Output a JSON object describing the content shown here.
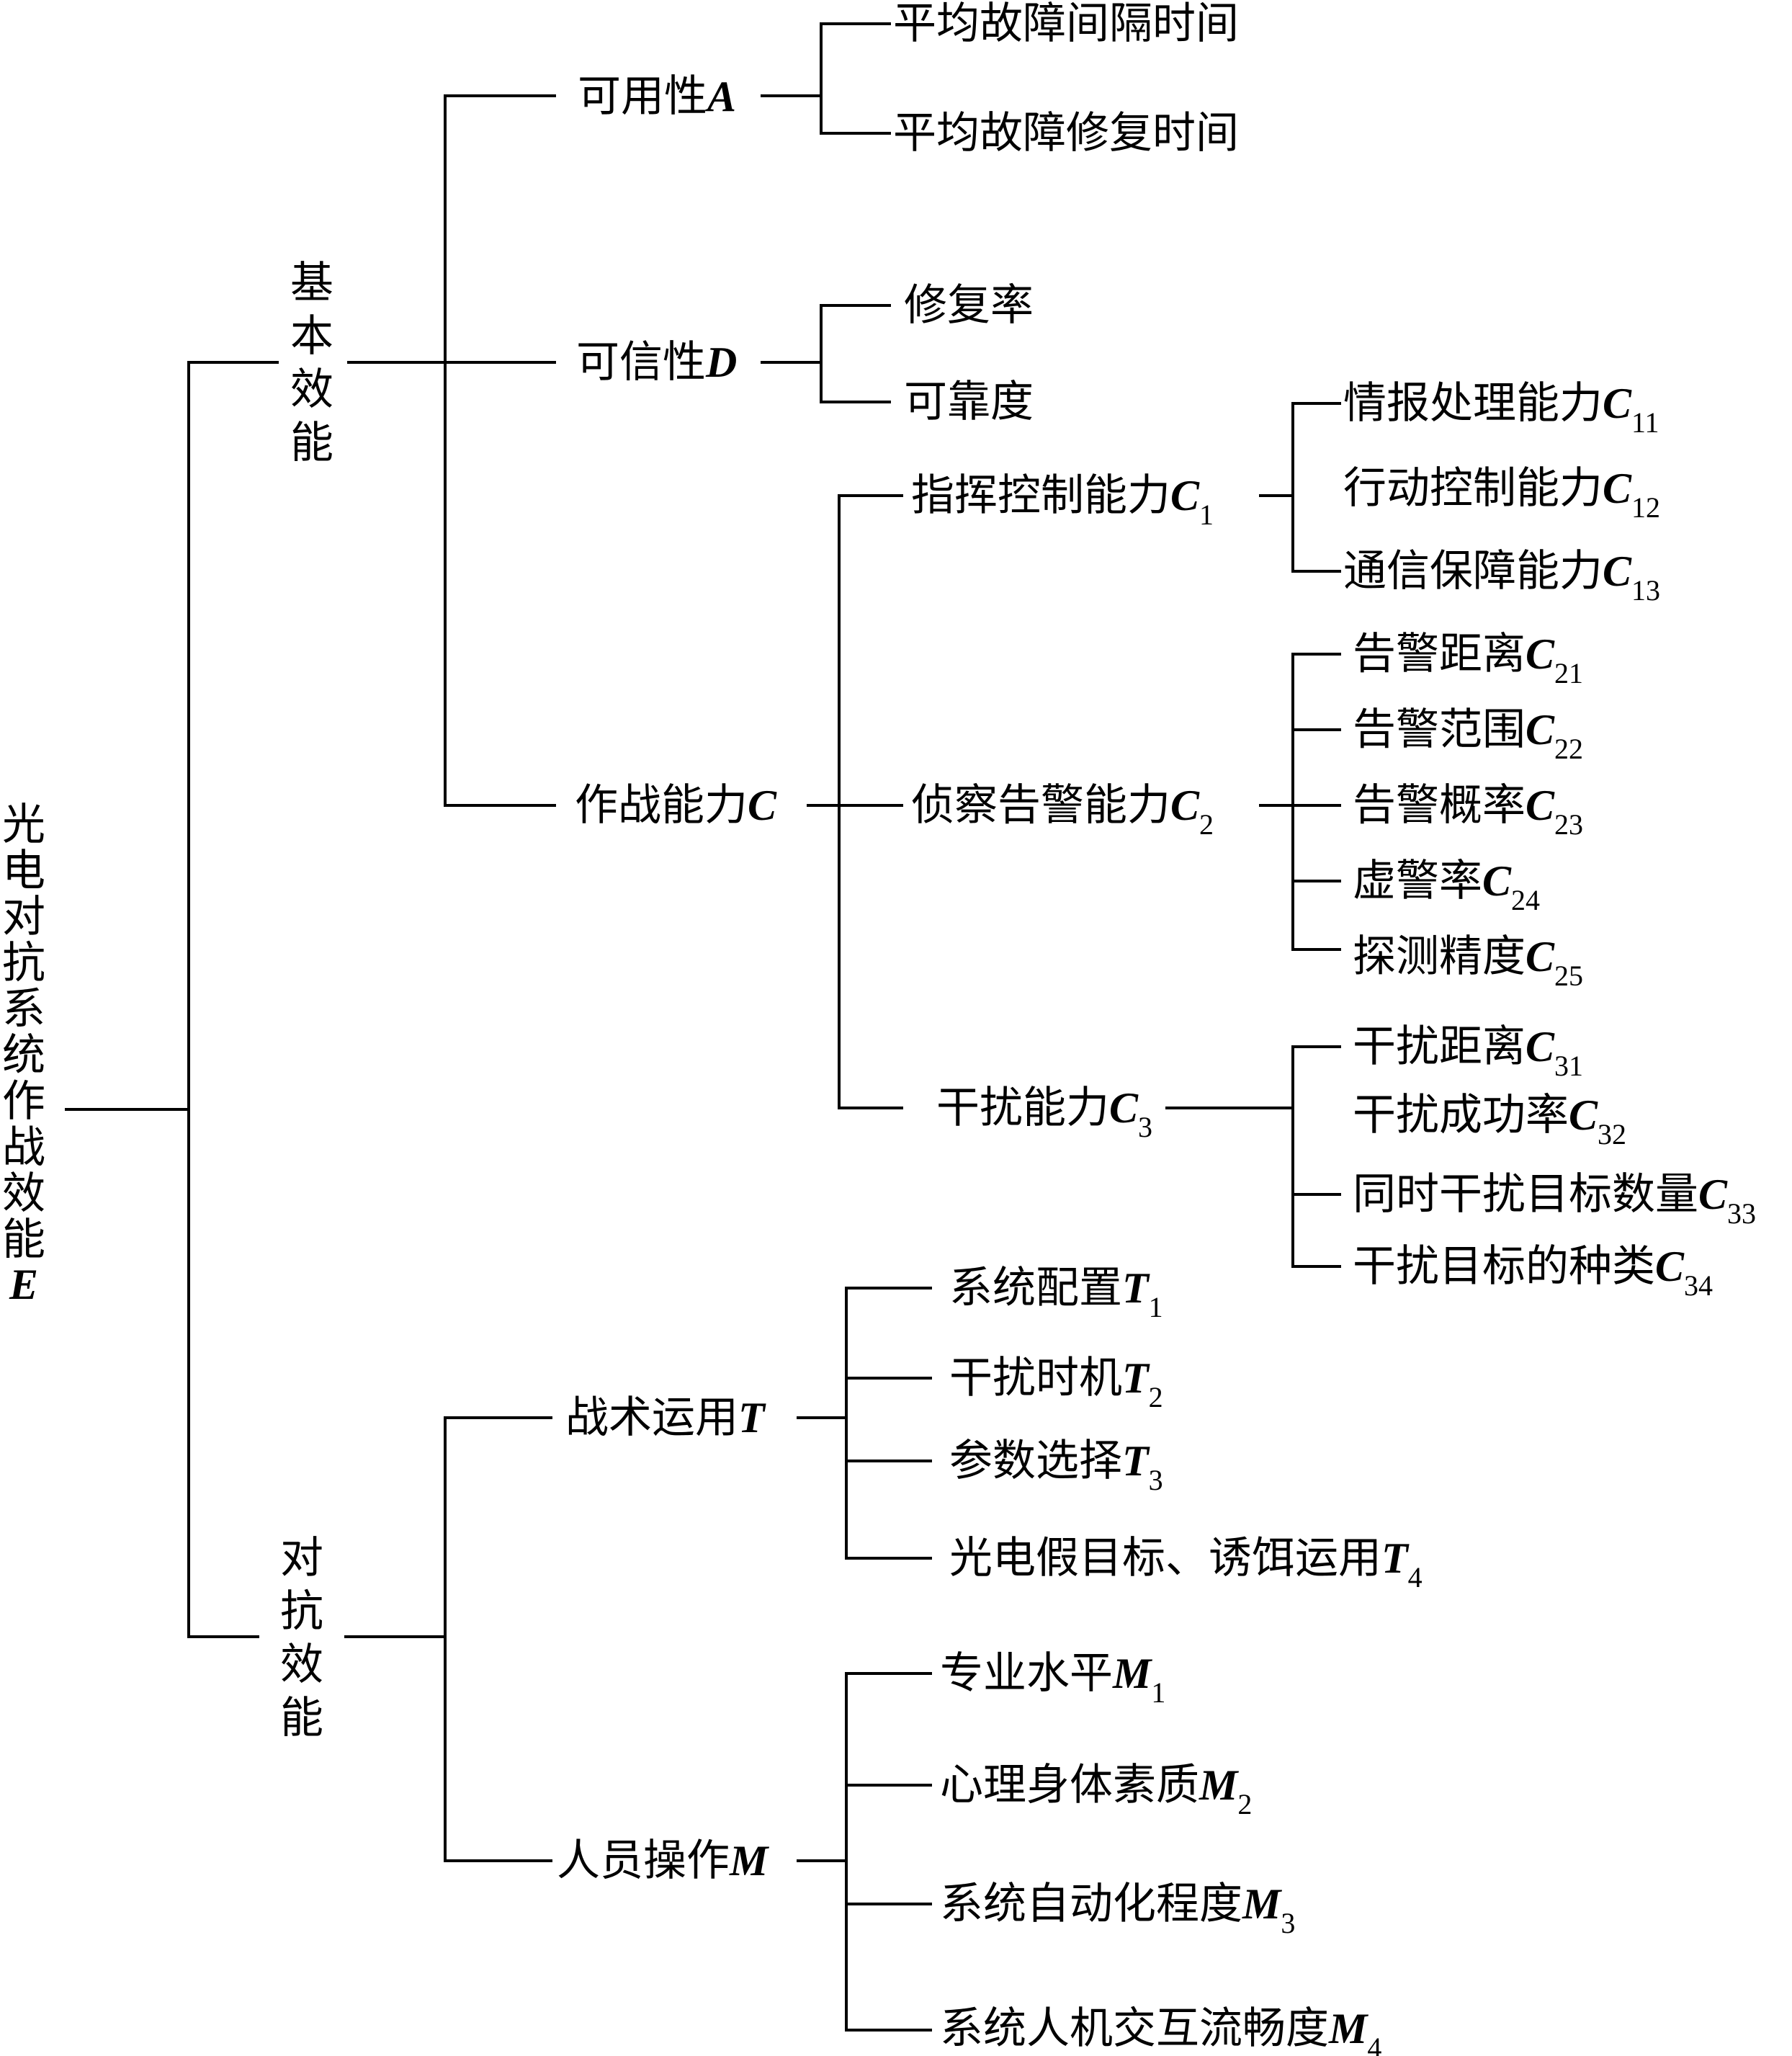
{
  "root": {
    "text": "光电对抗系统作战效能",
    "sym": "E"
  },
  "groups": {
    "basic": {
      "text": "基本效能"
    },
    "counter": {
      "text": "对抗效能"
    }
  },
  "nodes": {
    "A": {
      "text": "可用性",
      "sym": "A",
      "sub": ""
    },
    "A1": {
      "text": "平均故障间隔时间",
      "sym": "",
      "sub": ""
    },
    "A2": {
      "text": "平均故障修复时间",
      "sym": "",
      "sub": ""
    },
    "D": {
      "text": "可信性",
      "sym": "D",
      "sub": ""
    },
    "D1": {
      "text": "修复率",
      "sym": "",
      "sub": ""
    },
    "D2": {
      "text": "可靠度",
      "sym": "",
      "sub": ""
    },
    "C": {
      "text": "作战能力",
      "sym": "C",
      "sub": ""
    },
    "C1": {
      "text": "指挥控制能力",
      "sym": "C",
      "sub": "1"
    },
    "C11": {
      "text": "情报处理能力",
      "sym": "C",
      "sub": "11"
    },
    "C12": {
      "text": "行动控制能力",
      "sym": "C",
      "sub": "12"
    },
    "C13": {
      "text": "通信保障能力",
      "sym": "C",
      "sub": "13"
    },
    "C2": {
      "text": "侦察告警能力",
      "sym": "C",
      "sub": "2"
    },
    "C21": {
      "text": "告警距离",
      "sym": "C",
      "sub": "21"
    },
    "C22": {
      "text": "告警范围",
      "sym": "C",
      "sub": "22"
    },
    "C23": {
      "text": "告警概率",
      "sym": "C",
      "sub": "23"
    },
    "C24": {
      "text": "虚警率",
      "sym": "C",
      "sub": "24"
    },
    "C25": {
      "text": "探测精度",
      "sym": "C",
      "sub": "25"
    },
    "C3": {
      "text": "干扰能力",
      "sym": "C",
      "sub": "3"
    },
    "C31": {
      "text": "干扰距离",
      "sym": "C",
      "sub": "31"
    },
    "C32": {
      "text": "干扰成功率",
      "sym": "C",
      "sub": "32"
    },
    "C33": {
      "text": "同时干扰目标数量",
      "sym": "C",
      "sub": "33"
    },
    "C34": {
      "text": "干扰目标的种类",
      "sym": "C",
      "sub": "34"
    },
    "T": {
      "text": "战术运用",
      "sym": "T",
      "sub": ""
    },
    "T1": {
      "text": "系统配置",
      "sym": "T",
      "sub": "1"
    },
    "T2": {
      "text": "干扰时机",
      "sym": "T",
      "sub": "2"
    },
    "T3": {
      "text": "参数选择",
      "sym": "T",
      "sub": "3"
    },
    "T4": {
      "text": "光电假目标、诱饵运用",
      "sym": "T",
      "sub": "4"
    },
    "M": {
      "text": "人员操作",
      "sym": "M",
      "sub": ""
    },
    "M1": {
      "text": "专业水平",
      "sym": "M",
      "sub": "1"
    },
    "M2": {
      "text": "心理身体素质",
      "sym": "M",
      "sub": "2"
    },
    "M3": {
      "text": "系统自动化程度",
      "sym": "M",
      "sub": "3"
    },
    "M4": {
      "text": "系统人机交互流畅度",
      "sym": "M",
      "sub": "4"
    }
  },
  "colors": {
    "line": "#000000",
    "text": "#000000",
    "background": "#ffffff"
  }
}
